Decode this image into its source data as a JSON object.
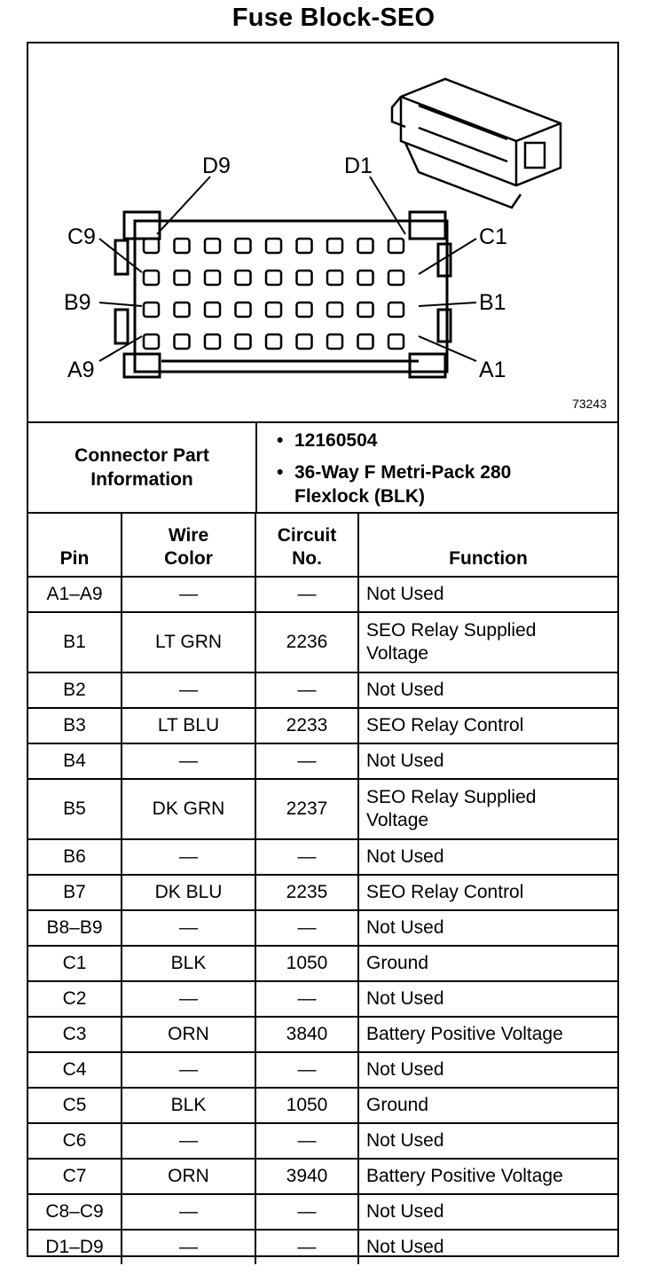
{
  "title": "Fuse Block-SEO",
  "diagram": {
    "labels": {
      "d9": "D9",
      "d1": "D1",
      "c9": "C9",
      "c1": "C1",
      "b9": "B9",
      "b1": "B1",
      "a9": "A9",
      "a1": "A1"
    },
    "figure_number": "73243"
  },
  "connector": {
    "heading": "Connector Part Information",
    "part_number": "12160504",
    "description": "36-Way F Metri-Pack 280 Flexlock (BLK)"
  },
  "table": {
    "headers": {
      "pin": "Pin",
      "wire_color": "Wire Color",
      "circuit": "Circuit No.",
      "function": "Function"
    },
    "rows": [
      {
        "pin": "A1–A9",
        "color": "—",
        "circuit": "—",
        "function": "Not Used"
      },
      {
        "pin": "B1",
        "color": "LT GRN",
        "circuit": "2236",
        "function": "SEO Relay Supplied Voltage"
      },
      {
        "pin": "B2",
        "color": "—",
        "circuit": "—",
        "function": "Not Used"
      },
      {
        "pin": "B3",
        "color": "LT BLU",
        "circuit": "2233",
        "function": "SEO Relay Control"
      },
      {
        "pin": "B4",
        "color": "—",
        "circuit": "—",
        "function": "Not Used"
      },
      {
        "pin": "B5",
        "color": "DK GRN",
        "circuit": "2237",
        "function": "SEO Relay Supplied Voltage"
      },
      {
        "pin": "B6",
        "color": "—",
        "circuit": "—",
        "function": "Not Used"
      },
      {
        "pin": "B7",
        "color": "DK BLU",
        "circuit": "2235",
        "function": "SEO Relay Control"
      },
      {
        "pin": "B8–B9",
        "color": "—",
        "circuit": "—",
        "function": "Not Used"
      },
      {
        "pin": "C1",
        "color": "BLK",
        "circuit": "1050",
        "function": "Ground"
      },
      {
        "pin": "C2",
        "color": "—",
        "circuit": "—",
        "function": "Not Used"
      },
      {
        "pin": "C3",
        "color": "ORN",
        "circuit": "3840",
        "function": "Battery Positive Voltage"
      },
      {
        "pin": "C4",
        "color": "—",
        "circuit": "—",
        "function": "Not Used"
      },
      {
        "pin": "C5",
        "color": "BLK",
        "circuit": "1050",
        "function": "Ground"
      },
      {
        "pin": "C6",
        "color": "—",
        "circuit": "—",
        "function": "Not Used"
      },
      {
        "pin": "C7",
        "color": "ORN",
        "circuit": "3940",
        "function": "Battery Positive Voltage"
      },
      {
        "pin": "C8–C9",
        "color": "—",
        "circuit": "—",
        "function": "Not Used"
      },
      {
        "pin": "D1–D9",
        "color": "—",
        "circuit": "—",
        "function": "Not Used"
      }
    ]
  }
}
